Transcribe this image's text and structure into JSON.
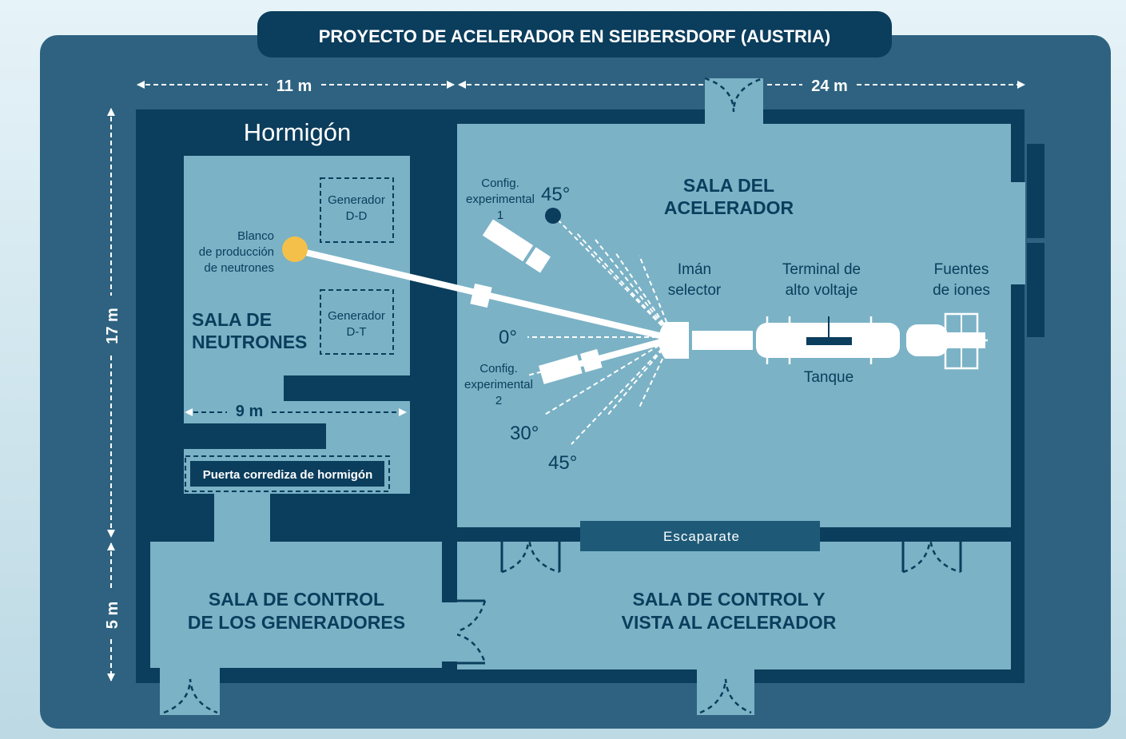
{
  "title": "PROYECTO DE ACELERADOR EN SEIBERSDORF (AUSTRIA)",
  "dimensions": {
    "width_left": "11 m",
    "width_right": "24 m",
    "height_main": "17 m",
    "height_control": "5 m",
    "neutron_room_width": "9 m"
  },
  "materials": {
    "concrete": "Hormigón"
  },
  "rooms": {
    "neutron_room": [
      "SALA DE",
      "NEUTRONES"
    ],
    "accelerator_room": [
      "SALA DEL",
      "ACELERADOR"
    ],
    "generator_control": [
      "SALA DE CONTROL",
      "DE LOS GENERADORES"
    ],
    "accelerator_control": [
      "SALA DE CONTROL Y",
      "VISTA AL ACELERADOR"
    ]
  },
  "components": {
    "generator_dd": [
      "Generador",
      "D-D"
    ],
    "generator_dt": [
      "Generador",
      "D-T"
    ],
    "neutron_target": [
      "Blanco",
      "de producción",
      "de neutrones"
    ],
    "sliding_door": "Puerta corrediza de hormigón",
    "selector_magnet": [
      "Imán",
      "selector"
    ],
    "hv_terminal": [
      "Terminal de",
      "alto voltaje"
    ],
    "ion_sources": [
      "Fuentes",
      "de iones"
    ],
    "tank": "Tanque",
    "showcase": "Escaparate",
    "setup1": [
      "Config.",
      "experimental",
      "1"
    ],
    "setup2": [
      "Config.",
      "experimental",
      "2"
    ]
  },
  "angles": {
    "upper_45": "45°",
    "zero": "0°",
    "lower_30": "30°",
    "lower_45": "45°"
  },
  "colors": {
    "background": "#2e6280",
    "wall": "#0b3d5c",
    "room_fill": "#7bb2c6",
    "target": "#f5c04a",
    "white": "#ffffff"
  }
}
